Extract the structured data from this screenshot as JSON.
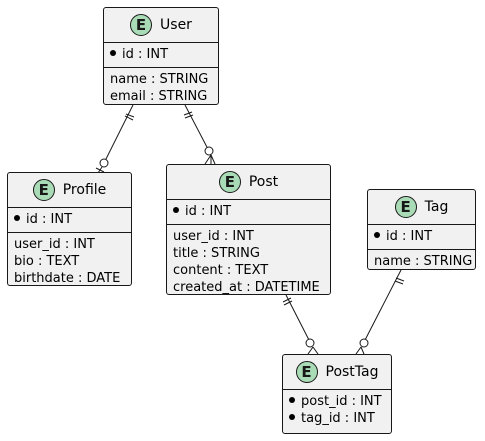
{
  "entity_badge": "E",
  "entities": {
    "user": {
      "name": "User",
      "keys": [
        "id : INT"
      ],
      "fields": [
        "name : STRING",
        "email : STRING"
      ]
    },
    "profile": {
      "name": "Profile",
      "keys": [
        "id : INT"
      ],
      "fields": [
        "user_id : INT",
        "bio : TEXT",
        "birthdate : DATE"
      ]
    },
    "post": {
      "name": "Post",
      "keys": [
        "id : INT"
      ],
      "fields": [
        "user_id : INT",
        "title : STRING",
        "content : TEXT",
        "created_at : DATETIME"
      ]
    },
    "tag": {
      "name": "Tag",
      "keys": [
        "id : INT"
      ],
      "fields": [
        "name : STRING"
      ]
    },
    "posttag": {
      "name": "PostTag",
      "keys": [
        "post_id : INT",
        "tag_id : INT"
      ],
      "fields": []
    }
  },
  "colors": {
    "badge_fill": "#a9dcb6",
    "box_fill": "#f1f1f1",
    "line": "#181818"
  }
}
